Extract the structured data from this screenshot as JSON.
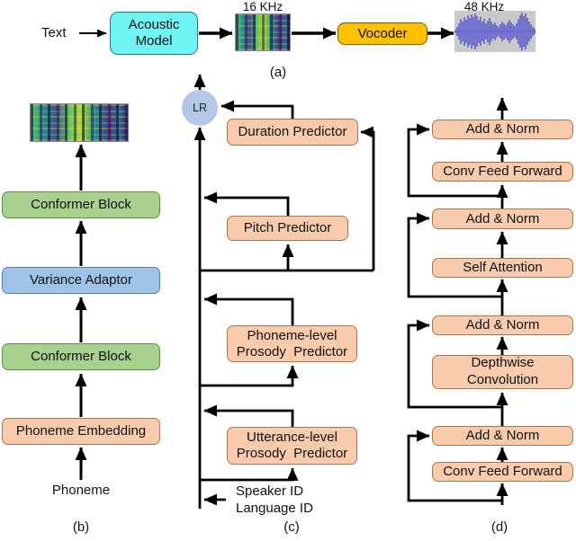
{
  "panel_a": {
    "input_label": "Text",
    "acoustic_model_label": "Acoustic Model",
    "mid_sample_rate": "16 KHz",
    "vocoder_label": "Vocoder",
    "out_sample_rate": "48 KHz",
    "caption": "(a)"
  },
  "panel_b": {
    "conformer_top": "Conformer Block",
    "variance_adaptor": "Variance Adaptor",
    "conformer_bottom": "Conformer Block",
    "phoneme_embedding": "Phoneme Embedding",
    "input_label": "Phoneme",
    "caption": "(b)"
  },
  "panel_c": {
    "lr_label": "LR",
    "duration_predictor": "Duration Predictor",
    "pitch_predictor": "Pitch Predictor",
    "phoneme_prosody_line1": "Phoneme-level",
    "phoneme_prosody_line2": "Prosody  Predictor",
    "utterance_prosody_line1": "Utterance-level",
    "utterance_prosody_line2": "Prosody  Predictor",
    "speaker_id_label": "Speaker ID",
    "language_id_label": "Language ID",
    "caption": "(c)"
  },
  "panel_d": {
    "blocks": [
      "Add & Norm",
      "Conv Feed Forward",
      "Add & Norm",
      "Self Attention",
      "Add & Norm",
      "Depthwise Convolution",
      "Add & Norm",
      "Conv Feed Forward"
    ],
    "caption": "(d)"
  },
  "colors": {
    "acoustic_model_fill": "#6FF3F3",
    "vocoder_fill": "#FFC000",
    "conformer_fill": "#A9D18E",
    "variance_adaptor_fill": "#9DC3E6",
    "predictor_fill": "#F8CBAD",
    "lr_circle_fill": "#B4C7E7",
    "waveform_stroke": "#5E5ECE",
    "connector_stroke": "#000000"
  }
}
